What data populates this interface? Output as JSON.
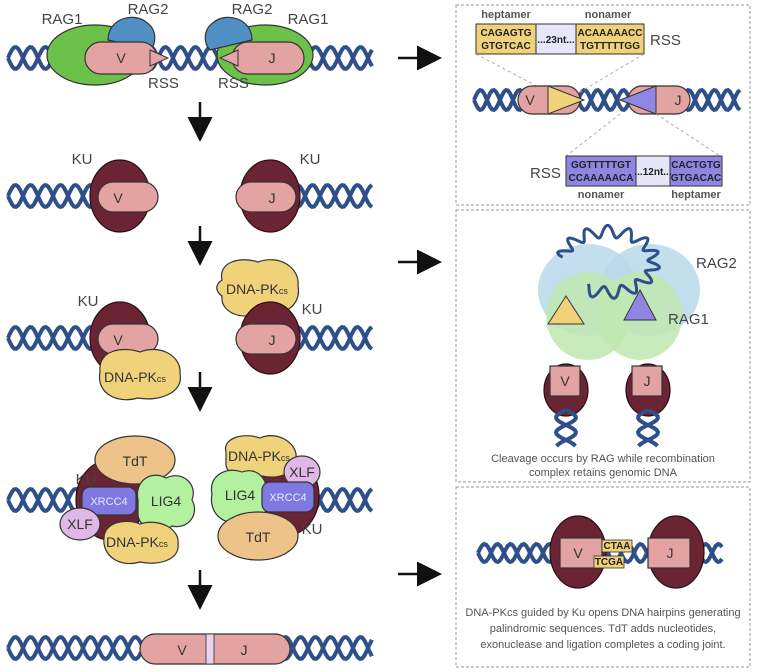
{
  "labels": {
    "rag1": "RAG1",
    "rag2": "RAG2",
    "rss": "RSS",
    "v": "V",
    "j": "J",
    "ku": "KU",
    "dnapk": "DNA-PK",
    "dnapk_sub": "cs",
    "tdt": "TdT",
    "lig4": "LIG4",
    "xrcc4": "XRCC4",
    "xlf": "XLF"
  },
  "panel1": {
    "heptamer_label": "heptamer",
    "nonamer_label": "nonamer",
    "top_hep_1": "CAGAGTG",
    "top_hep_2": "GTGTCAC",
    "top_spacer": "...23nt...",
    "top_non_1": "ACAAAAACC",
    "top_non_2": "TGTTTTTGG",
    "rss_label": "RSS",
    "bot_non_1": "GGTTTTTGT",
    "bot_non_2": "CCAAAAACA",
    "bot_spacer": "...12nt...",
    "bot_hep_1": "CACTGTG",
    "bot_hep_2": "GTGACAC",
    "bot_nonamer_label": "nonamer",
    "bot_heptamer_label": "heptamer"
  },
  "panel2": {
    "rag2": "RAG2",
    "rag1": "RAG1",
    "caption_1": "Cleavage occurs by RAG while recombination",
    "caption_2": "complex retains genomic DNA"
  },
  "panel3": {
    "ctaa": "CTAA",
    "tcga": "TCGA",
    "caption_1": "DNA-PKcs guided by Ku opens DNA hairpins generating",
    "caption_2": "palindromic sequences. TdT adds nucleotides,",
    "caption_3": "exonuclease and ligation completes a coding joint."
  },
  "colors": {
    "dna": "#2e4f8a",
    "segment": "#e3a3a3",
    "rag1": "#6cc14a",
    "rag2": "#4f8fc4",
    "ku": "#6b2434",
    "dnapk": "#f0d27a",
    "tdt": "#eec389",
    "lig4": "#b3f0a0",
    "xrcc4": "#7f78e0",
    "xlf": "#e0b8e8",
    "heptamer": "#efd27a",
    "spacer": "#e7e6f8",
    "rss_box": "#8f85e2"
  }
}
